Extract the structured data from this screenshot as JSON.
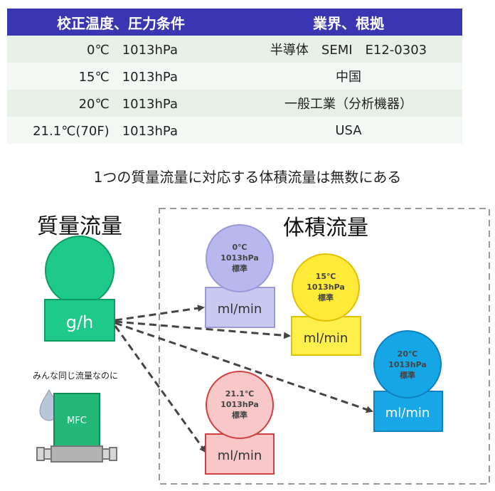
{
  "table": {
    "headers": [
      "校正温度、圧力条件",
      "業界、根拠"
    ],
    "rows": [
      [
        "0℃　1013hPa",
        "半導体　SEMI　E12-0303"
      ],
      [
        "15℃　1013hPa",
        "中国"
      ],
      [
        "20℃　1013hPa",
        "一般工業（分析機器）"
      ],
      [
        "21.1℃(70F)　1013hPa",
        "USA"
      ]
    ]
  },
  "note": "1つの質量流量に対応する体積流量は無数にある",
  "mass": {
    "title": "質量流量",
    "unit": "g/h",
    "color": "#1ec98a"
  },
  "volume": {
    "title": "体積流量",
    "items": [
      {
        "temp": "0℃",
        "pressure": "1013hPa",
        "std": "標準",
        "unit": "ml/min",
        "circle": "#b8b8ee",
        "box": "#c8c8f0",
        "border": "#9a9ad8"
      },
      {
        "temp": "15℃",
        "pressure": "1013hPa",
        "std": "標準",
        "unit": "ml/min",
        "circle": "#ffea3a",
        "box": "#ffef4a",
        "border": "#e0c000"
      },
      {
        "temp": "20℃",
        "pressure": "1013hPa",
        "std": "標準",
        "unit": "ml/min",
        "circle": "#16a6e6",
        "box": "#18a8e8",
        "border": "#1080c0"
      },
      {
        "temp": "21.1℃",
        "pressure": "1013hPa",
        "std": "標準",
        "unit": "ml/min",
        "circle": "#f8c8c8",
        "box": "#f8c8c8",
        "border": "#d04040"
      }
    ]
  },
  "mfc": {
    "caption": "みんな同じ流量なのに",
    "label": "MFC"
  }
}
